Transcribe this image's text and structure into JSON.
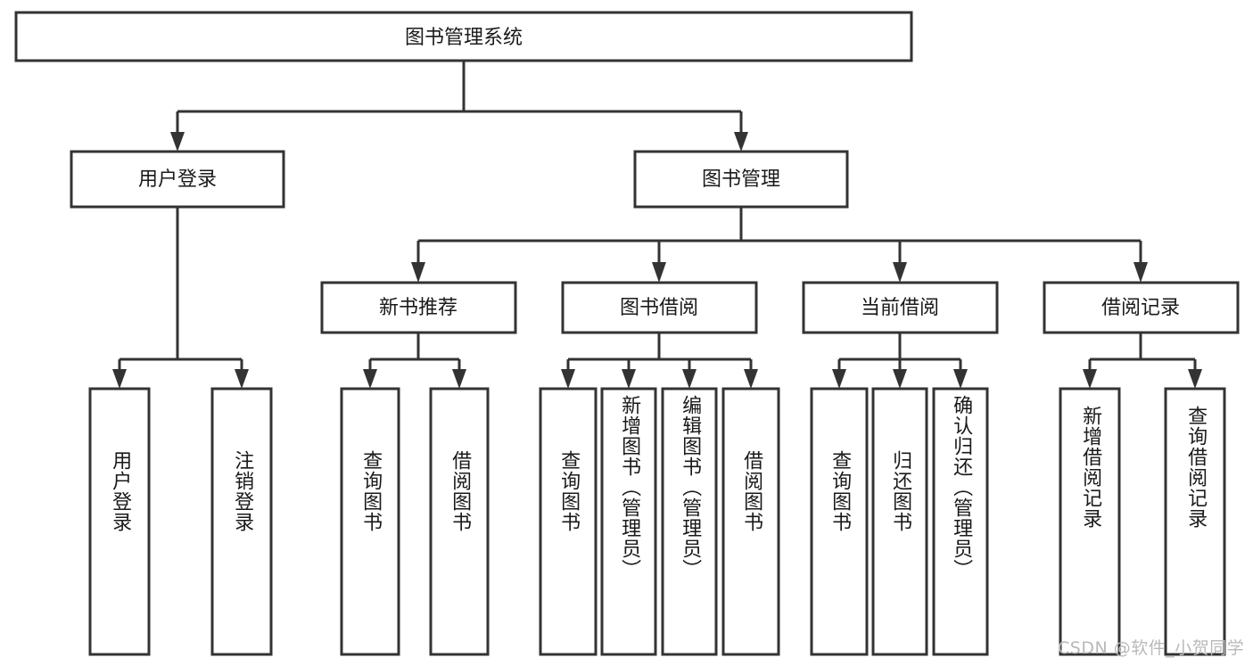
{
  "diagram": {
    "type": "tree",
    "title": "图书管理系统",
    "orientation": "top-down",
    "colors": {
      "box_stroke": "#333333",
      "box_fill": "#ffffff",
      "line": "#333333",
      "text": "#1a1a1a",
      "watermark": "#b9b9b9",
      "background": "#ffffff"
    },
    "root": {
      "label": "图书管理系统"
    },
    "level2": [
      {
        "id": "user-login",
        "label": "用户登录"
      },
      {
        "id": "book-management",
        "label": "图书管理"
      }
    ],
    "level3": [
      {
        "id": "new-book-recommend",
        "label": "新书推荐",
        "parent": "book-management"
      },
      {
        "id": "book-borrow",
        "label": "图书借阅",
        "parent": "book-management"
      },
      {
        "id": "current-borrow",
        "label": "当前借阅",
        "parent": "book-management"
      },
      {
        "id": "borrow-record",
        "label": "借阅记录",
        "parent": "book-management"
      }
    ],
    "leaves": [
      {
        "id": "leaf-user-login",
        "label": "用户登录",
        "parent": "user-login"
      },
      {
        "id": "leaf-logout-login",
        "label": "注销登录",
        "parent": "user-login"
      },
      {
        "id": "leaf-query-book-1",
        "label": "查询图书",
        "parent": "new-book-recommend"
      },
      {
        "id": "leaf-borrow-book-1",
        "label": "借阅图书",
        "parent": "new-book-recommend"
      },
      {
        "id": "leaf-query-book-2",
        "label": "查询图书",
        "parent": "book-borrow"
      },
      {
        "id": "leaf-add-book-admin",
        "label": "新增图书（管理员）",
        "parent": "book-borrow"
      },
      {
        "id": "leaf-edit-book-admin",
        "label": "编辑图书（管理员）",
        "parent": "book-borrow"
      },
      {
        "id": "leaf-borrow-book-2",
        "label": "借阅图书",
        "parent": "book-borrow"
      },
      {
        "id": "leaf-query-book-3",
        "label": "查询图书",
        "parent": "current-borrow"
      },
      {
        "id": "leaf-return-book",
        "label": "归还图书",
        "parent": "current-borrow"
      },
      {
        "id": "leaf-confirm-return-admin",
        "label": "确认归还（管理员）",
        "parent": "current-borrow"
      },
      {
        "id": "leaf-add-borrow-record",
        "label": "新增借阅记录",
        "parent": "borrow-record"
      },
      {
        "id": "leaf-query-borrow-record",
        "label": "查询借阅记录",
        "parent": "borrow-record"
      }
    ]
  },
  "watermark": {
    "text": "CSDN @软件_小贺同学"
  }
}
